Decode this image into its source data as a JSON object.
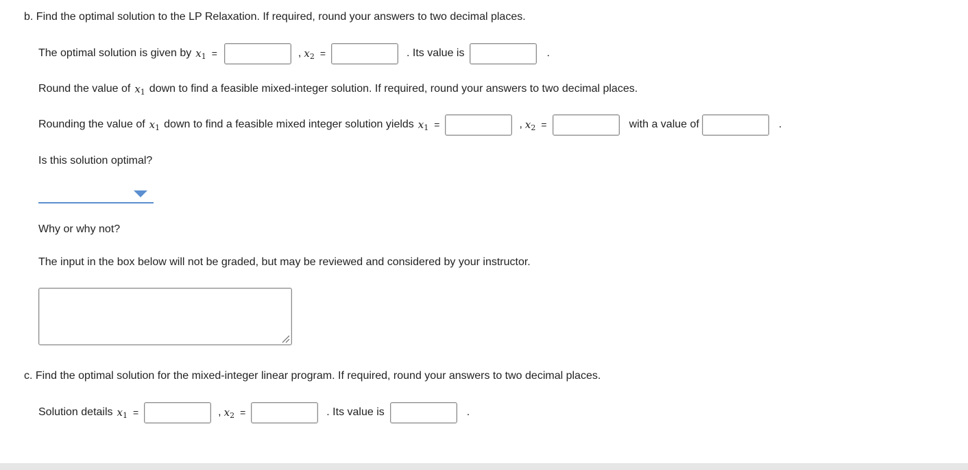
{
  "part_b": {
    "heading": "b. Find the optimal solution to the LP Relaxation. If required, round your answers to two decimal places.",
    "optimal_prefix": "The optimal solution is given by",
    "value_text": ". Its value is",
    "round_instruction": "Round the value of",
    "round_instruction_rest": "down to find a feasible mixed-integer solution. If required, round your answers to two decimal places.",
    "rounding_prefix": "Rounding the value of",
    "rounding_mid": "down to find a feasible mixed integer solution yields",
    "with_value_text": "with a value of",
    "optimal_question": "Is this solution optimal?",
    "dropdown_selected": "",
    "why_question": "Why or why not?",
    "note": "The input in the box below will not be graded, but may be reviewed and considered by your instructor.",
    "comment_value": ""
  },
  "part_c": {
    "heading": "c. Find the optimal solution for the mixed-integer linear program. If required, round your answers to two decimal places.",
    "details_prefix": "Solution details",
    "value_text": ". Its value is"
  },
  "symbols": {
    "x": "x",
    "sub1": "1",
    "sub2": "2",
    "eq": "=",
    "comma": ",",
    "period": "."
  },
  "icons": {
    "dropdown": "triangle-down-icon",
    "resize": "resize-grip-icon"
  },
  "colors": {
    "accent": "#5b8fd0",
    "text": "#222222",
    "border": "#8a8a8a"
  }
}
